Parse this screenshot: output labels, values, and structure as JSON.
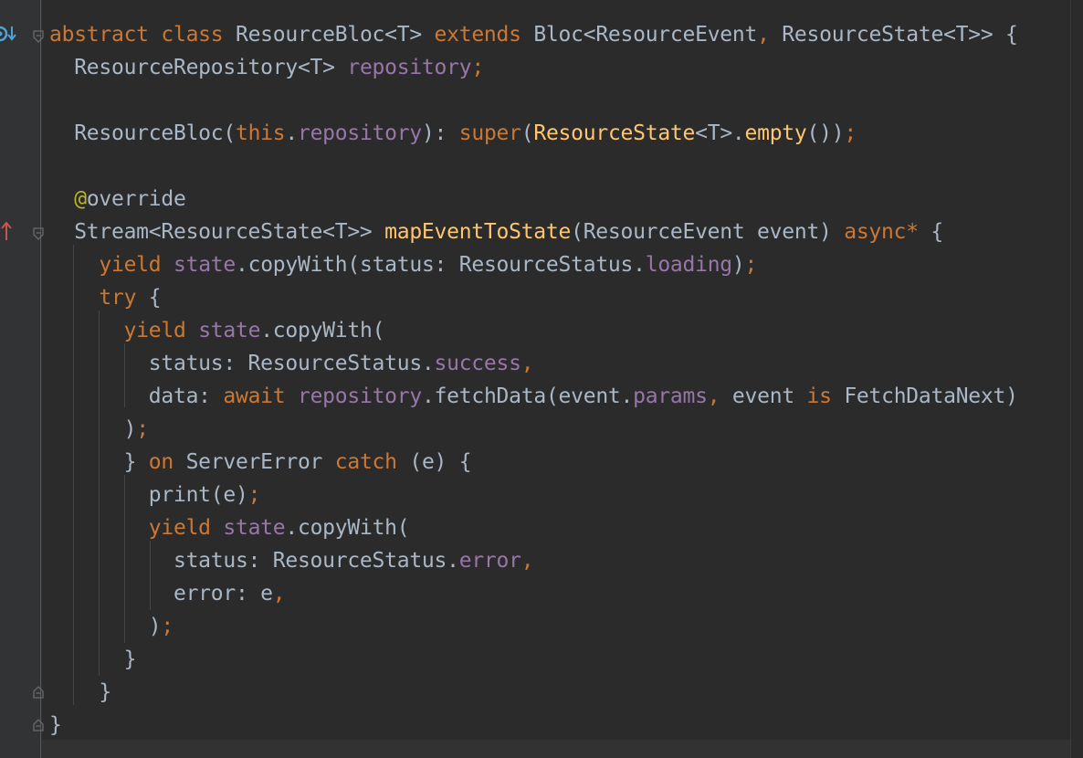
{
  "gutter_icons": {
    "implemented": "implemented-icon",
    "override": "override-icon",
    "fold": "fold-icon"
  },
  "colors": {
    "background": "#2b2b2b",
    "keyword": "#cc7832",
    "field": "#9876aa",
    "function": "#ffc66d",
    "annotation": "#bbb529",
    "text": "#a9b7c6"
  },
  "lines": [
    [
      {
        "t": "abstract",
        "c": "kw"
      },
      {
        "t": " ",
        "c": "pn"
      },
      {
        "t": "class",
        "c": "kw"
      },
      {
        "t": " ResourceBloc<T> ",
        "c": "id"
      },
      {
        "t": "extends",
        "c": "kw"
      },
      {
        "t": " Bloc<ResourceEvent",
        "c": "id"
      },
      {
        "t": ",",
        "c": "kw"
      },
      {
        "t": " ResourceState<T>> {",
        "c": "id"
      }
    ],
    [
      {
        "t": "  ResourceRepository<T> ",
        "c": "id"
      },
      {
        "t": "repository",
        "c": "fld"
      },
      {
        "t": ";",
        "c": "kw"
      }
    ],
    [],
    [
      {
        "t": "  ResourceBloc(",
        "c": "id"
      },
      {
        "t": "this",
        "c": "kw"
      },
      {
        "t": ".",
        "c": "pn"
      },
      {
        "t": "repository",
        "c": "fld"
      },
      {
        "t": "): ",
        "c": "pn"
      },
      {
        "t": "super",
        "c": "kw"
      },
      {
        "t": "(",
        "c": "pn"
      },
      {
        "t": "ResourceState",
        "c": "fn"
      },
      {
        "t": "<T>.",
        "c": "id"
      },
      {
        "t": "empty",
        "c": "fn"
      },
      {
        "t": "())",
        "c": "pn"
      },
      {
        "t": ";",
        "c": "kw"
      }
    ],
    [],
    [
      {
        "t": "  ",
        "c": "pn"
      },
      {
        "t": "@",
        "c": "ann"
      },
      {
        "t": "override",
        "c": "id"
      }
    ],
    [
      {
        "t": "  Stream<ResourceState<T>> ",
        "c": "id"
      },
      {
        "t": "mapEventToState",
        "c": "fn"
      },
      {
        "t": "(ResourceEvent event) ",
        "c": "id"
      },
      {
        "t": "async*",
        "c": "kw"
      },
      {
        "t": " {",
        "c": "pn"
      }
    ],
    [
      {
        "t": "    ",
        "c": "pn"
      },
      {
        "t": "yield",
        "c": "kw"
      },
      {
        "t": " ",
        "c": "pn"
      },
      {
        "t": "state",
        "c": "fld"
      },
      {
        "t": ".copyWith(status: ResourceStatus.",
        "c": "id"
      },
      {
        "t": "loading",
        "c": "fld"
      },
      {
        "t": ")",
        "c": "pn"
      },
      {
        "t": ";",
        "c": "kw"
      }
    ],
    [
      {
        "t": "    ",
        "c": "pn"
      },
      {
        "t": "try",
        "c": "kw"
      },
      {
        "t": " {",
        "c": "pn"
      }
    ],
    [
      {
        "t": "      ",
        "c": "pn"
      },
      {
        "t": "yield",
        "c": "kw"
      },
      {
        "t": " ",
        "c": "pn"
      },
      {
        "t": "state",
        "c": "fld"
      },
      {
        "t": ".copyWith(",
        "c": "id"
      }
    ],
    [
      {
        "t": "        status: ResourceStatus.",
        "c": "id"
      },
      {
        "t": "success",
        "c": "fld"
      },
      {
        "t": ",",
        "c": "kw"
      }
    ],
    [
      {
        "t": "        data: ",
        "c": "id"
      },
      {
        "t": "await",
        "c": "kw"
      },
      {
        "t": " ",
        "c": "pn"
      },
      {
        "t": "repository",
        "c": "fld"
      },
      {
        "t": ".fetchData(event.",
        "c": "id"
      },
      {
        "t": "params",
        "c": "fld"
      },
      {
        "t": ",",
        "c": "kw"
      },
      {
        "t": " event ",
        "c": "id"
      },
      {
        "t": "is",
        "c": "kw"
      },
      {
        "t": " FetchDataNext)",
        "c": "id"
      }
    ],
    [
      {
        "t": "      )",
        "c": "pn"
      },
      {
        "t": ";",
        "c": "kw"
      }
    ],
    [
      {
        "t": "      } ",
        "c": "pn"
      },
      {
        "t": "on",
        "c": "kw"
      },
      {
        "t": " ServerError ",
        "c": "id"
      },
      {
        "t": "catch",
        "c": "kw"
      },
      {
        "t": " (e) {",
        "c": "id"
      }
    ],
    [
      {
        "t": "        print(e)",
        "c": "id"
      },
      {
        "t": ";",
        "c": "kw"
      }
    ],
    [
      {
        "t": "        ",
        "c": "pn"
      },
      {
        "t": "yield",
        "c": "kw"
      },
      {
        "t": " ",
        "c": "pn"
      },
      {
        "t": "state",
        "c": "fld"
      },
      {
        "t": ".copyWith(",
        "c": "id"
      }
    ],
    [
      {
        "t": "          status: ResourceStatus.",
        "c": "id"
      },
      {
        "t": "error",
        "c": "fld"
      },
      {
        "t": ",",
        "c": "kw"
      }
    ],
    [
      {
        "t": "          error: e",
        "c": "id"
      },
      {
        "t": ",",
        "c": "kw"
      }
    ],
    [
      {
        "t": "        )",
        "c": "pn"
      },
      {
        "t": ";",
        "c": "kw"
      }
    ],
    [
      {
        "t": "      }",
        "c": "pn"
      }
    ],
    [
      {
        "t": "    }",
        "c": "pn"
      }
    ],
    [
      {
        "t": "}",
        "c": "pn"
      }
    ]
  ]
}
